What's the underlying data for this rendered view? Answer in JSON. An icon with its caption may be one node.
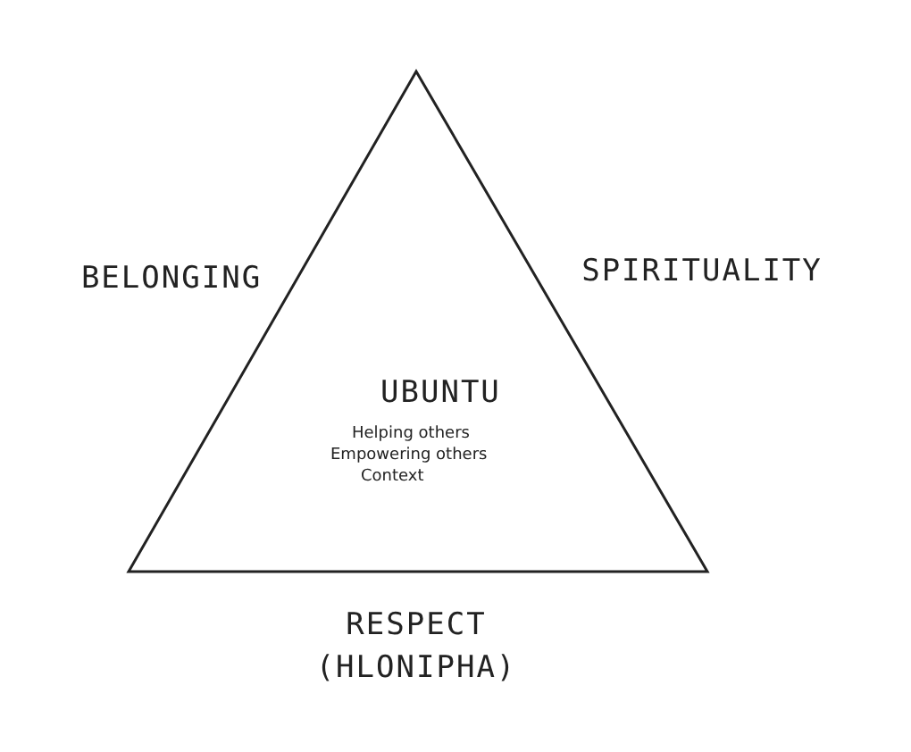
{
  "diagram": {
    "nodes": [
      {
        "text": [
          "UBUNTU",
          "Helping others",
          "Empowering others",
          "Context"
        ]
      }
    ],
    "labels": [
      "BELONGING",
      "SPIRITUALITY",
      "RESPECT (HLONIPHA)"
    ]
  }
}
